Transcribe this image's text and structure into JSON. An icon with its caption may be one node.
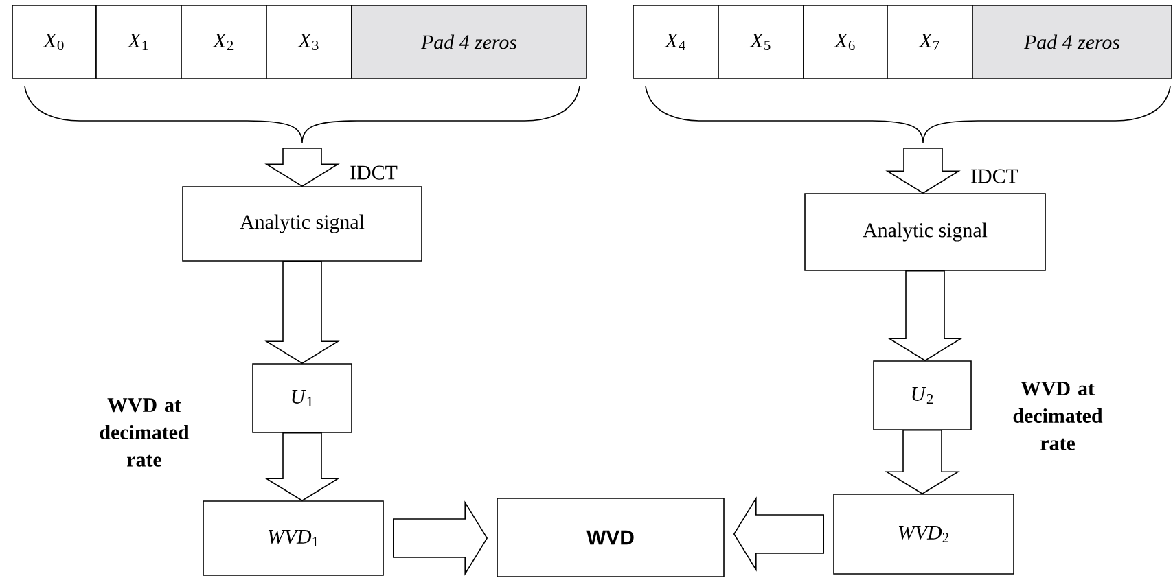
{
  "diagram": {
    "nodes": [
      {
        "text": [
          "*X*$_{0}$"
        ]
      },
      {
        "text": [
          "*X*$_{1}$"
        ]
      },
      {
        "text": [
          "*X*$_{2}$"
        ]
      },
      {
        "text": [
          "*X*$_{3}$"
        ]
      },
      {
        "text": [
          "Pad 4 zeros"
        ]
      },
      {
        "text": [
          "*X*$_{4}$"
        ]
      },
      {
        "text": [
          "*X*$_{5}$"
        ]
      },
      {
        "text": [
          "*X*$_{6}$"
        ]
      },
      {
        "text": [
          "*X*$_{7}$"
        ]
      },
      {
        "text": [
          "Pad 4 zeros"
        ]
      },
      {
        "text": [
          "Analytic signal"
        ]
      },
      {
        "text": [
          "Analytic signal"
        ]
      },
      {
        "text": [
          "*U*$_{1}$"
        ]
      },
      {
        "text": [
          "*U*$_{2}$"
        ]
      },
      {
        "text": [
          "*WVD*$_{1}$"
        ]
      },
      {
        "text": [
          "*WVD*$_{2}$"
        ]
      },
      {
        "text": [
          "WVD"
        ]
      }
    ],
    "edges": [
      {
        "from": null,
        "to": 10,
        "arrow": "to",
        "label": "IDCT"
      },
      {
        "from": null,
        "to": 11,
        "arrow": "to",
        "label": "IDCT"
      },
      {
        "from": 10,
        "to": 12,
        "arrow": "to"
      },
      {
        "from": 11,
        "to": 13,
        "arrow": "to"
      },
      {
        "from": 12,
        "to": 14,
        "arrow": "to"
      },
      {
        "from": 13,
        "to": 15,
        "arrow": "to"
      },
      {
        "from": 14,
        "to": 16,
        "arrow": "to"
      },
      {
        "from": 15,
        "to": 16,
        "arrow": "to"
      }
    ],
    "labels": [
      "WVD at decimated rate",
      "WVD at decimated rate"
    ]
  }
}
